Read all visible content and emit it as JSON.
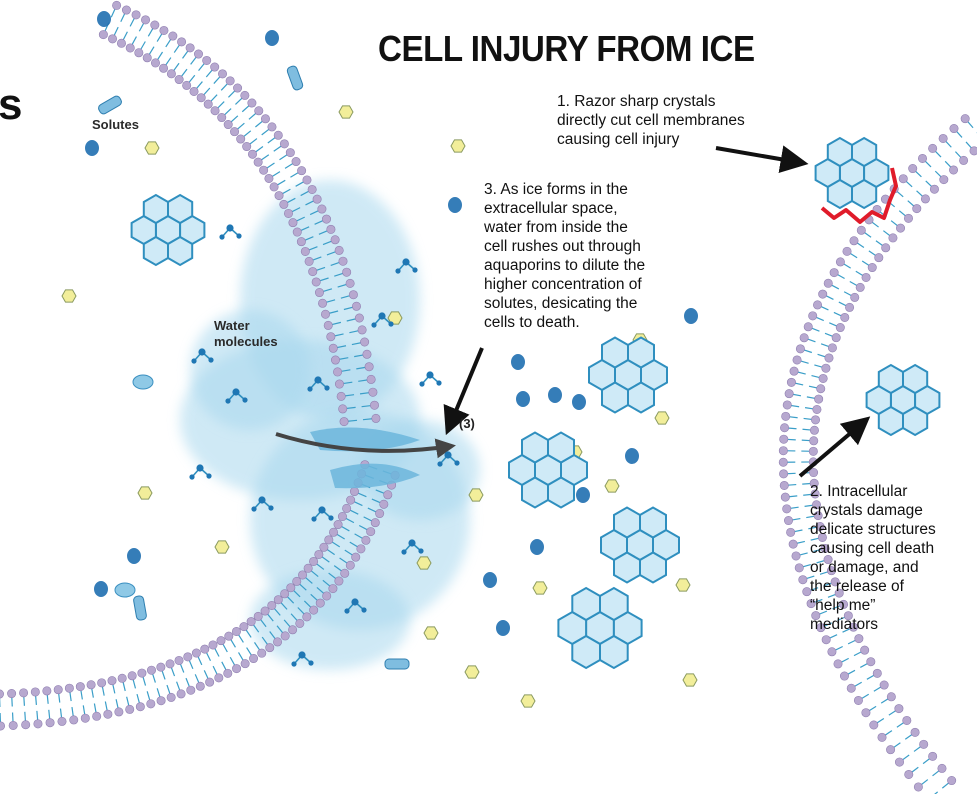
{
  "title": "CELL INJURY FROM ICE",
  "edge_glyph": "s",
  "labels": {
    "solutes": "Solutes",
    "water_line1": "Water",
    "water_line2": "molecules",
    "step3_marker": "(3)"
  },
  "callouts": {
    "c1": [
      "1. Razor sharp crystals",
      "directly cut cell membranes",
      "causing cell injury"
    ],
    "c2": [
      "2. Intracellular",
      "crystals damage",
      "delicate structures",
      "causing cell death",
      "or damage, and",
      "the release of",
      "“help me”",
      "mediators"
    ],
    "c3": [
      "3. As ice forms in the",
      "extracellular space,",
      "water from inside the",
      "cell rushes out through",
      "aquaporins to dilute the",
      "higher concentration of",
      "solutes, desicating the",
      "cells to death."
    ]
  },
  "colors": {
    "membrane_head": "#b7a8cf",
    "membrane_tail": "#3a9ec8",
    "water_cloud": "#a9d8ee",
    "crystal_stroke": "#2f8fbf",
    "crystal_fill": "#cfeaf7",
    "solute_yellow": "#f2ee9a",
    "ion_blue": "#1f6fb0",
    "damage_red": "#e01b2a",
    "arrow": "#111111",
    "flow_arrow": "#444444"
  },
  "icons": [
    "ice-crystal-icon",
    "arrow-icon",
    "membrane-bilayer",
    "water-molecule-icon",
    "solute-icon"
  ]
}
